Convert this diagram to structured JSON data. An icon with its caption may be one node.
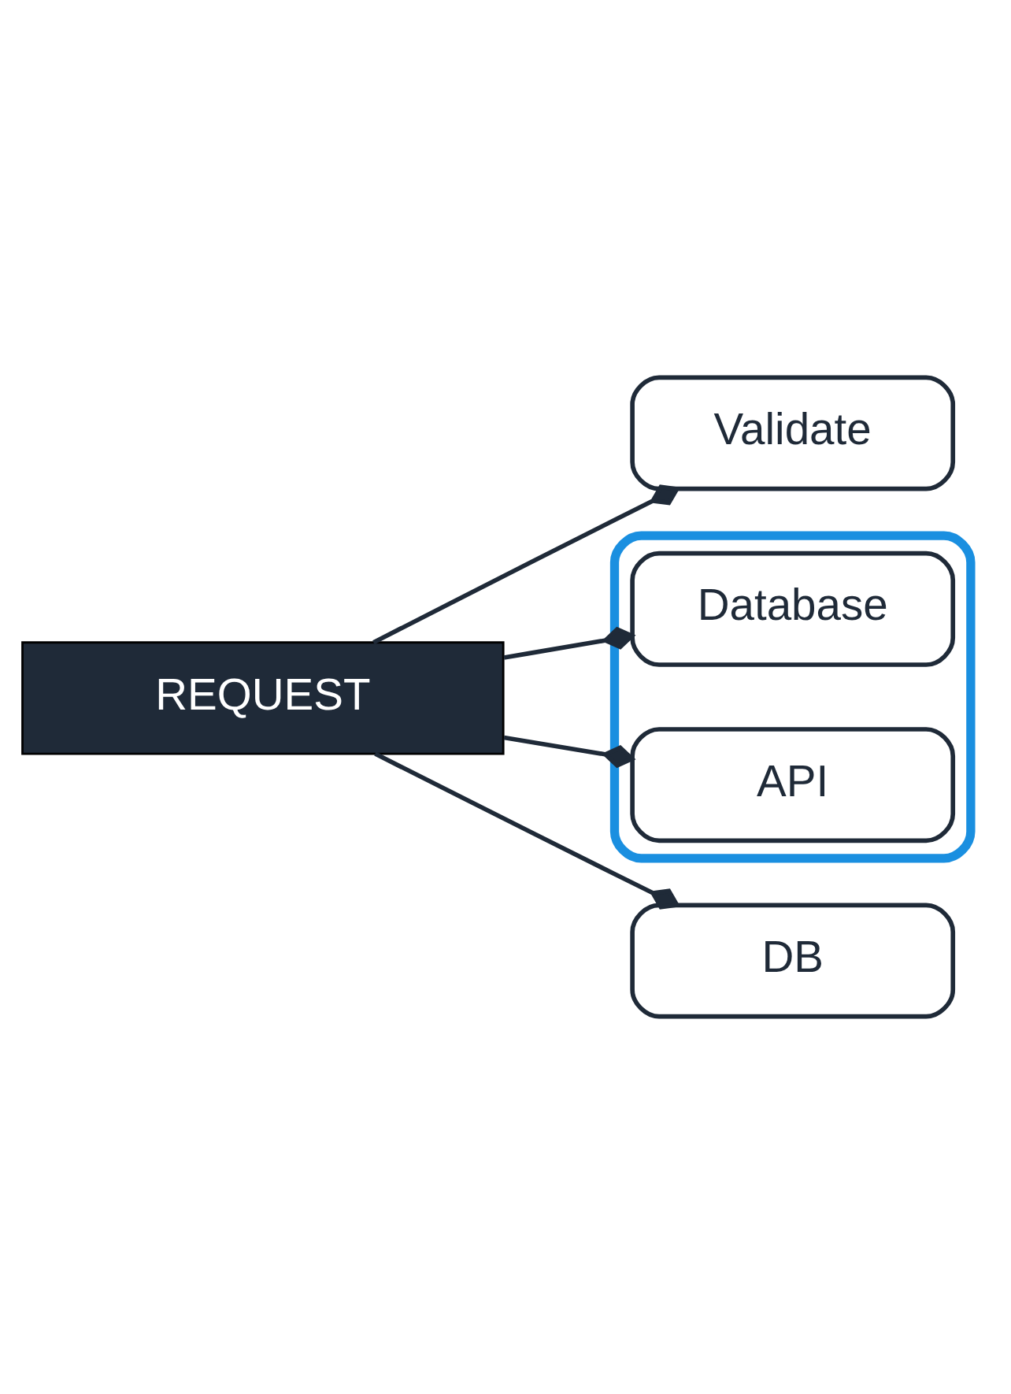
{
  "diagram": {
    "nodes": [
      {
        "text": [
          "REQUEST"
        ]
      },
      {
        "text": [],
        "shape": "box"
      },
      {
        "text": [
          "Validate"
        ]
      },
      {
        "text": [
          "Database"
        ],
        "in": 1
      },
      {
        "text": [
          "API"
        ],
        "in": 1
      },
      {
        "text": [
          "DB"
        ]
      }
    ],
    "edges": [
      {
        "from": 0,
        "to": 2,
        "arrow": "other"
      },
      {
        "from": 0,
        "to": 3,
        "arrow": "other"
      },
      {
        "from": 0,
        "to": 4,
        "arrow": "other"
      },
      {
        "from": 0,
        "to": 5,
        "arrow": "other"
      }
    ]
  }
}
